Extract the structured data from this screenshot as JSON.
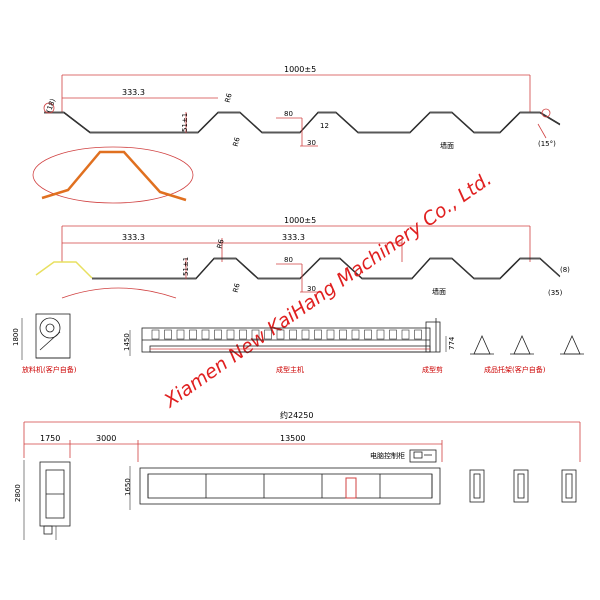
{
  "profile_top": {
    "overall": "1000±5",
    "pitch": "333.3",
    "height": "51±1",
    "top_width": "80",
    "valley": "30",
    "radius_top": "R6",
    "radius_bottom": "R6",
    "angle_left": "(18)",
    "angle_right": "(15°)",
    "small": "12",
    "note": "墙面"
  },
  "profile_bottom": {
    "overall": "1000±5",
    "pitch_1": "333.3",
    "pitch_2": "333.3",
    "height": "51±1",
    "top_width": "80",
    "valley": "30",
    "radius_top": "R6",
    "radius_bottom": "R6",
    "angle_right": "(8)",
    "valley_right": "(35)",
    "note": "墙面"
  },
  "elevation": {
    "decoiler_height": "1800",
    "machine_height": "1450",
    "cutter_height": "774",
    "label_decoiler": "放料机(客户自备)",
    "label_main": "成型主机",
    "label_cutter": "成型剪",
    "label_rack": "成品托架(客户自备)"
  },
  "plan": {
    "total": "约24250",
    "gap_1": "1750",
    "gap_2": "3000",
    "machine_length": "13500",
    "width_left": "2800",
    "width_machine": "1650",
    "control_label": "电脑控制柜"
  },
  "watermark": "Xiamen New KaiHang Machinery Co., Ltd."
}
